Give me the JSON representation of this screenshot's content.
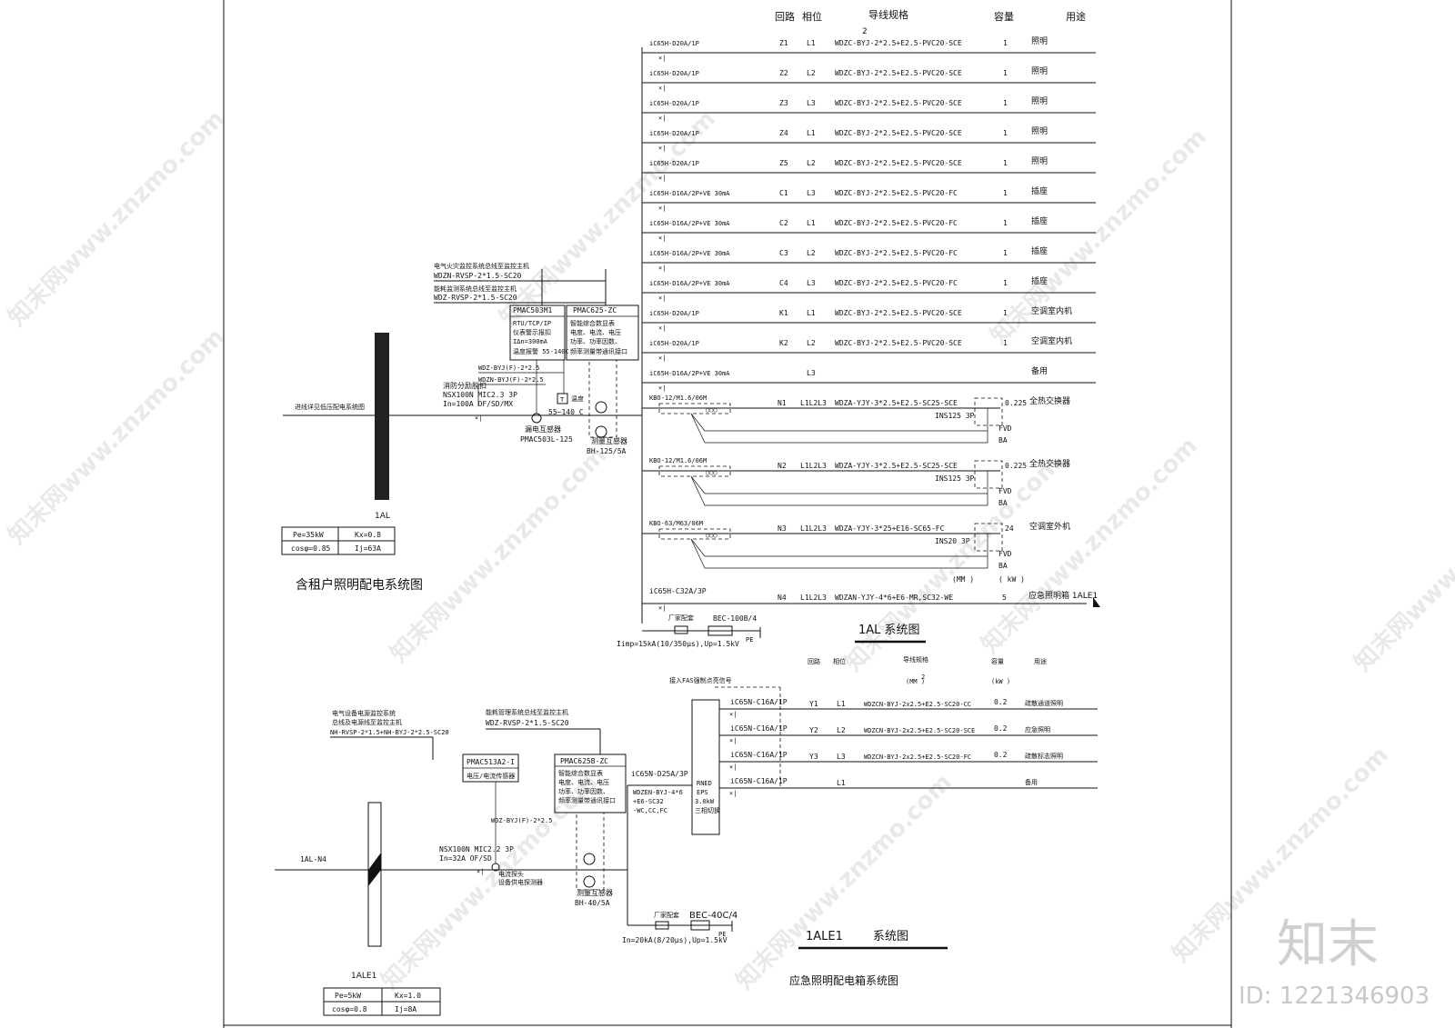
{
  "top_panel": {
    "headers": {
      "circuit": "回路",
      "phase": "相位",
      "cable": "导线规格",
      "capacity": "容量",
      "use": "用途",
      "cable_unit_frag": "2"
    },
    "circuits": [
      {
        "breaker": "iC65H-D20A/1P",
        "id": "Z1",
        "phase": "L1",
        "cable": "WDZC-BYJ-2*2.5+E2.5-PVC20-SCE",
        "cap": "1",
        "use": "照明"
      },
      {
        "breaker": "iC65H-D20A/1P",
        "id": "Z2",
        "phase": "L2",
        "cable": "WDZC-BYJ-2*2.5+E2.5-PVC20-SCE",
        "cap": "1",
        "use": "照明"
      },
      {
        "breaker": "iC65H-D20A/1P",
        "id": "Z3",
        "phase": "L3",
        "cable": "WDZC-BYJ-2*2.5+E2.5-PVC20-SCE",
        "cap": "1",
        "use": "照明"
      },
      {
        "breaker": "iC65H-D20A/1P",
        "id": "Z4",
        "phase": "L1",
        "cable": "WDZC-BYJ-2*2.5+E2.5-PVC20-SCE",
        "cap": "1",
        "use": "照明"
      },
      {
        "breaker": "iC65H-D20A/1P",
        "id": "Z5",
        "phase": "L2",
        "cable": "WDZC-BYJ-2*2.5+E2.5-PVC20-SCE",
        "cap": "1",
        "use": "照明"
      },
      {
        "breaker": "iC65H-D16A/2P+VE 30mA",
        "id": "C1",
        "phase": "L3",
        "cable": "WDZC-BYJ-2*2.5+E2.5-PVC20-FC",
        "cap": "1",
        "use": "插座"
      },
      {
        "breaker": "iC65H-D16A/2P+VE 30mA",
        "id": "C2",
        "phase": "L1",
        "cable": "WDZC-BYJ-2*2.5+E2.5-PVC20-FC",
        "cap": "1",
        "use": "插座"
      },
      {
        "breaker": "iC65H-D16A/2P+VE 30mA",
        "id": "C3",
        "phase": "L2",
        "cable": "WDZC-BYJ-2*2.5+E2.5-PVC20-FC",
        "cap": "1",
        "use": "插座"
      },
      {
        "breaker": "iC65H-D16A/2P+VE 30mA",
        "id": "C4",
        "phase": "L3",
        "cable": "WDZC-BYJ-2*2.5+E2.5-PVC20-FC",
        "cap": "1",
        "use": "插座"
      },
      {
        "breaker": "iC65H-D20A/1P",
        "id": "K1",
        "phase": "L1",
        "cable": "WDZC-BYJ-2*2.5+E2.5-PVC20-SCE",
        "cap": "1",
        "use": "空调室内机"
      },
      {
        "breaker": "iC65H-D20A/1P",
        "id": "K2",
        "phase": "L2",
        "cable": "WDZC-BYJ-2*2.5+E2.5-PVC20-SCE",
        "cap": "1",
        "use": "空调室内机"
      },
      {
        "breaker": "iC65H-D16A/2P+VE 30mA",
        "id": "",
        "phase": "L3",
        "cable": "",
        "cap": "",
        "use": "备用"
      }
    ],
    "motor_circuits": [
      {
        "breaker": "KBO-12/M1.6/06M",
        "id": "N1",
        "phase": "L1L2L3",
        "cable": "WDZA-YJY-3*2.5+E2.5-SC25-SCE",
        "cap": "0.225",
        "use": "全热交换器",
        "switch": "INS125 3P",
        "fvd": "FVD",
        "ba": "BA"
      },
      {
        "breaker": "KBO-12/M1.6/06M",
        "id": "N2",
        "phase": "L1L2L3",
        "cable": "WDZA-YJY-3*2.5+E2.5-SC25-SCE",
        "cap": "0.225",
        "use": "全热交换器",
        "switch": "INS125 3P",
        "fvd": "FVD",
        "ba": "BA"
      },
      {
        "breaker": "KBO-63/M63/06M",
        "id": "N3",
        "phase": "L1L2L3",
        "cable": "WDZA-YJY-3*25+E16-SC65-FC",
        "cap": "24",
        "use": "空调室外机",
        "switch": "INS20 3P",
        "fvd": "FVD",
        "ba": "BA"
      }
    ],
    "emergency_circuit": {
      "breaker": "iC65H-C32A/3P",
      "id": "N4",
      "phase": "L1L2L3",
      "cable": "WDZAN-YJY-4*6+E6-MR,SC32-WE",
      "cap": "5",
      "use": "应急照明箱 1ALE1",
      "mm_label": "(MM )",
      "kw_label": "( kW )"
    },
    "spd": {
      "label": "厂家配套",
      "model": "BEC-100B/4",
      "pe": "PE",
      "rating": "Iimp=15kA(10/350μs),Up=1.5kV"
    },
    "monitor": {
      "line1_title": "电气火灾监控系统总线至监控主机",
      "line1_cable": "WDZN-RVSP-2*1.5-SC20",
      "line2_title": "能耗监测系统总线至监控主机",
      "line2_cable": "WDZ-RVSP-2*1.5-SC20",
      "box1_title": "PMAC503M1",
      "box1_lines": [
        "RTU/TCP/IP",
        "仪表警示报扣",
        "IΔn=300mA",
        "温度报警 55-140C"
      ],
      "box2_title": "PMAC625-ZC",
      "box2_lines": [
        "智能综合数显表",
        "电度、电流、电压",
        "功率、功率因数、",
        "频率测量带通讯接口"
      ],
      "w1": "WDZ-BYJ(F)-2*2.5",
      "w2": "WDZN-BYJ(F)-2*2.5",
      "fire_label": "消防分励脱扣",
      "main_breaker": "NSX100N MIC2.3 3P",
      "main_rating": "In=100A OF/SD/MX",
      "temp_label": "温度",
      "temp_symbol": "T",
      "temp_range": "55~140 C",
      "leak_label": "漏电互感器",
      "leak_model": "PMAC503L-125",
      "ct_label": "测量互感器",
      "ct_model": "BH-125/5A"
    },
    "incoming_label": "进线详见低压配电系统图",
    "panel_name": "1AL",
    "load_table": {
      "pe": "Pe=35kW",
      "kx": "Kx=0.8",
      "cos": "cosφ=0.85",
      "ij": "Ij=63A"
    },
    "title_left": "含租户照明配电系统图",
    "title_system": "1AL  系统图"
  },
  "bottom_panel": {
    "headers": {
      "circuit": "回路",
      "phase": "相位",
      "cable": "导线规格",
      "cable_unit": "(MM )",
      "cable_unit_sup": "2",
      "capacity": "容量",
      "capacity_unit": "(kW )",
      "use": "用途"
    },
    "fas_label": "接入FAS强制点亮信号",
    "circuits": [
      {
        "breaker": "iC65N-C16A/1P",
        "id": "Y1",
        "phase": "L1",
        "cable": "WDZCN-BYJ-2x2.5+E2.5-SC20-CC",
        "cap": "0.2",
        "use": "疏散通道照明"
      },
      {
        "breaker": "iC65N-C16A/1P",
        "id": "Y2",
        "phase": "L2",
        "cable": "WDZCN-BYJ-2x2.5+E2.5-SC20-SCE",
        "cap": "0.2",
        "use": "应急照明"
      },
      {
        "breaker": "iC65N-C16A/1P",
        "id": "Y3",
        "phase": "L3",
        "cable": "WDZCN-BYJ-2x2.5+E2.5-SC20-FC",
        "cap": "0.2",
        "use": "疏散标志照明"
      },
      {
        "breaker": "iC65N-C16A/1P",
        "id": "",
        "phase": "L1",
        "cable": "",
        "cap": "",
        "use": "备用"
      }
    ],
    "eps": {
      "line1": "RNED",
      "line2": "EPS",
      "line3": "3.0kW",
      "line4": "三相切换"
    },
    "feeder": {
      "breaker": "iC65N-D25A/3P",
      "cable1": "WDZEN-BYJ-4*6",
      "cable2": "+E6-SC32",
      "cable3": "-WC,CC,FC"
    },
    "monitor": {
      "line1_title": "电气设备电源监控系统",
      "line1_sub": "总线及电源线至监控主机",
      "line1_cable": "NH-RVSP-2*1.5+NH-BYJ-2*2.5-SC20",
      "line2_title": "能耗管理系统总线至监控主机",
      "line2_cable": "WDZ-RVSP-2*1.5-SC20",
      "box1_title": "PMAC513A2-I",
      "box1_sub": "电压/电流传感器",
      "box2_title": "PMAC625B-ZC",
      "box2_lines": [
        "智能综合数显表",
        "电度、电流、电压",
        "功率、功率因数、",
        "频率测量带通讯接口"
      ],
      "w1": "WDZ-BYJ(F)-2*2.5",
      "main_breaker": "NSX100N MIC2.2 3P",
      "main_rating": "In=32A OF/SD",
      "sensor_label": "电流探头",
      "sensor_sub": "设备供电探测器",
      "ct_label": "测量互感器",
      "ct_model": "BH-40/5A"
    },
    "spd": {
      "label": "厂家配套",
      "model": "BEC-40C/4",
      "pe": "PE",
      "rating": "In=20kA(8/20μs),Up=1.5kV"
    },
    "incoming_label": "1AL-N4",
    "panel_name": "1ALE1",
    "load_table": {
      "pe": "Pe=5kW",
      "kx": "Kx=1.0",
      "cos": "cosφ=0.8",
      "ij": "Ij=8A"
    },
    "title_system": "1ALE1        系统图",
    "title_bottom": "应急照明配电箱系统图"
  },
  "watermark": {
    "text": "知末网www.znzmo.com",
    "brand": "知末",
    "id": "ID: 1221346903"
  }
}
